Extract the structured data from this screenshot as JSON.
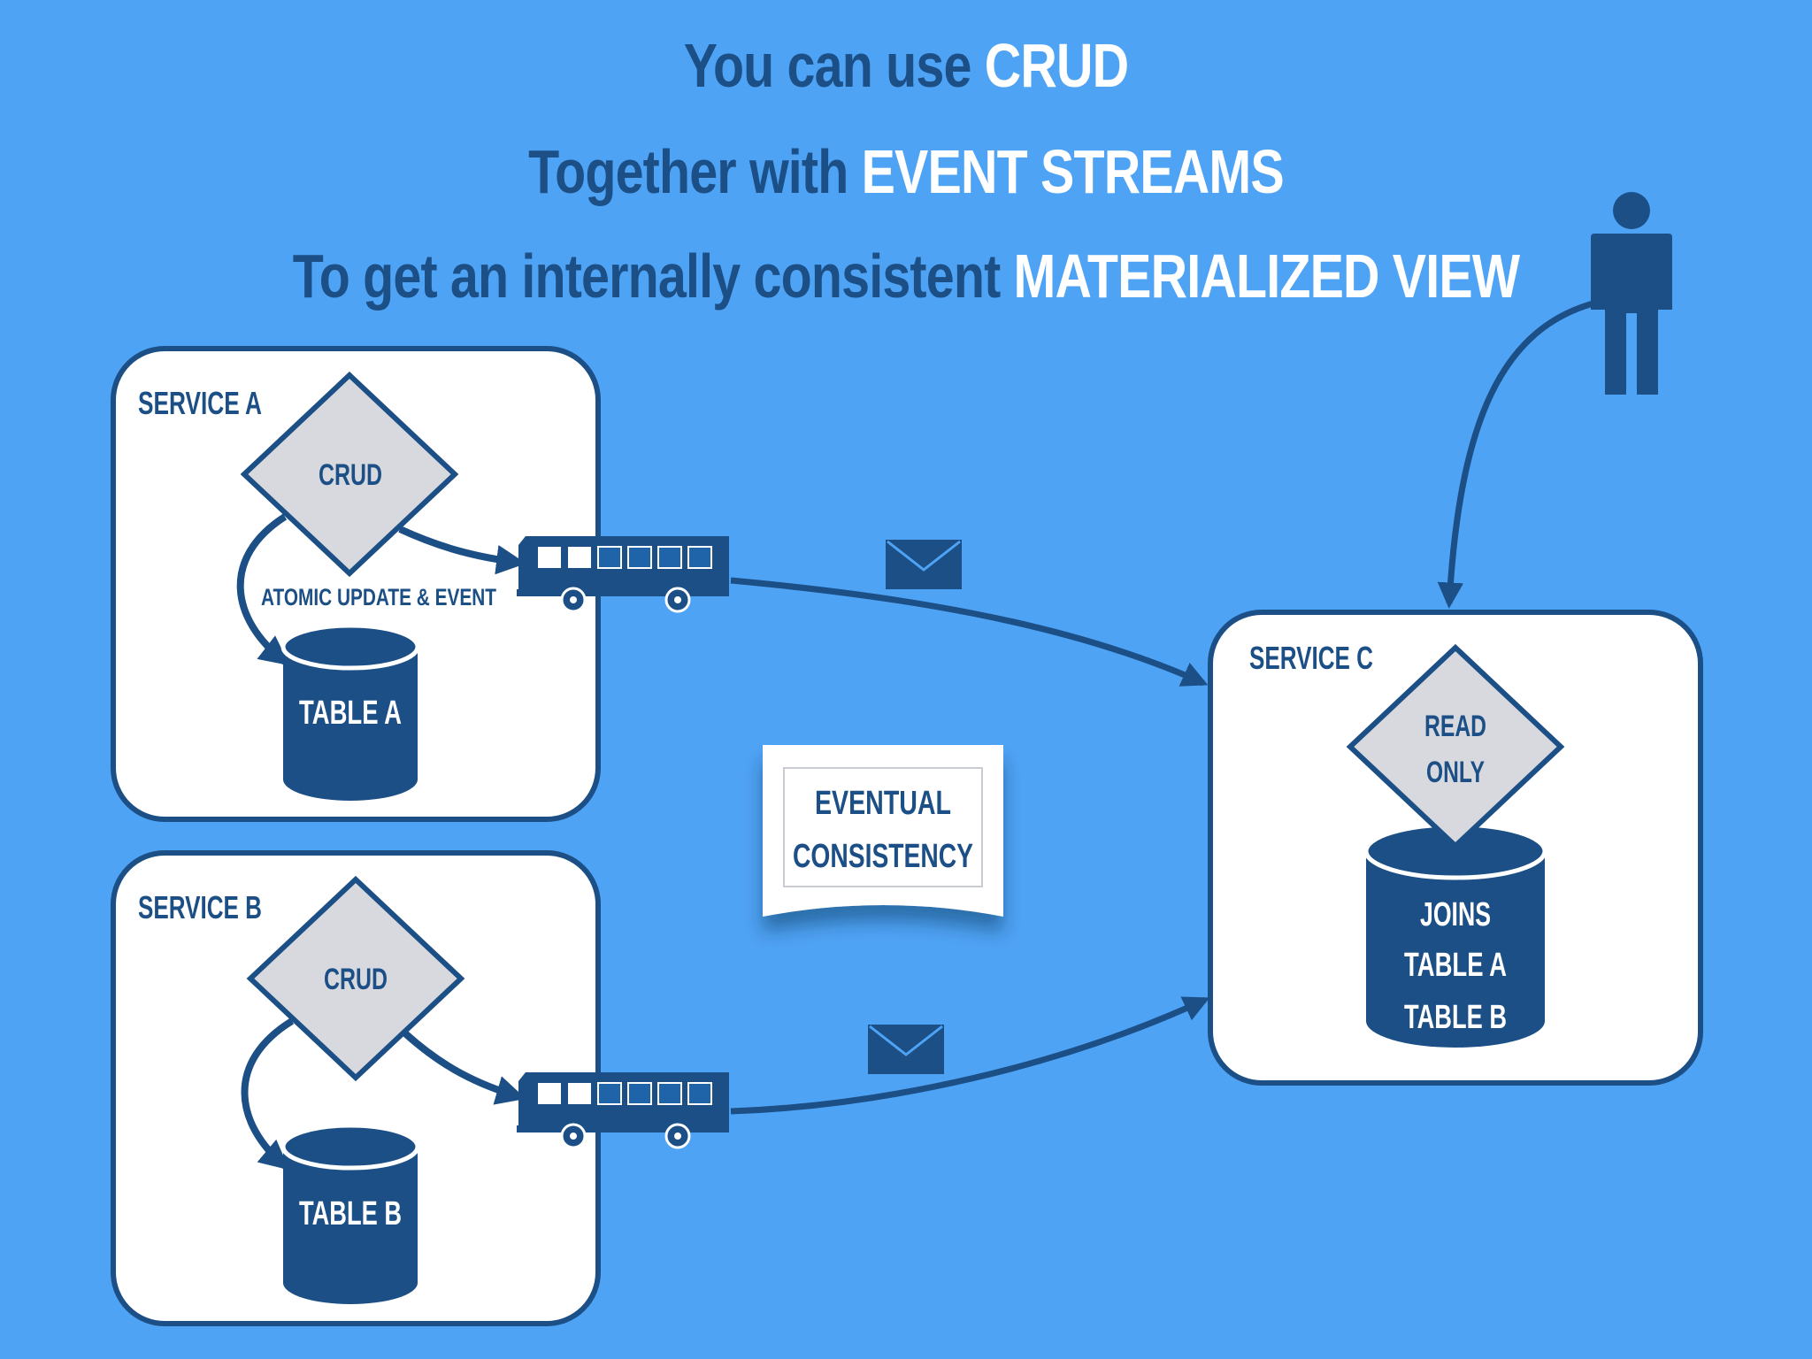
{
  "title": {
    "line1": {
      "prefix": "You can use ",
      "highlight": "CRUD"
    },
    "line2": {
      "prefix": "Together with ",
      "highlight": "EVENT STREAMS"
    },
    "line3": {
      "prefix": "To get an internally consistent ",
      "highlight": "MATERIALIZED VIEW"
    }
  },
  "service_a": {
    "label": "SERVICE A",
    "diamond": "CRUD",
    "arrow_label": "ATOMIC UPDATE & EVENT",
    "table": "TABLE A"
  },
  "service_b": {
    "label": "SERVICE B",
    "diamond": "CRUD",
    "table": "TABLE B"
  },
  "service_c": {
    "label": "SERVICE C",
    "diamond_line1": "READ",
    "diamond_line2": "ONLY",
    "table_line1": "JOINS",
    "table_line2": "TABLE A",
    "table_line3": "TABLE B"
  },
  "note": {
    "line1": "EVENTUAL",
    "line2": "CONSISTENCY"
  },
  "icons": {
    "bus": "bus-icon",
    "envelope": "envelope-icon",
    "person": "person-icon",
    "database": "database-icon"
  },
  "colors": {
    "background": "#4fa3f5",
    "navy": "#1b4f86",
    "diamond_fill": "#d7d9de",
    "white": "#ffffff"
  }
}
